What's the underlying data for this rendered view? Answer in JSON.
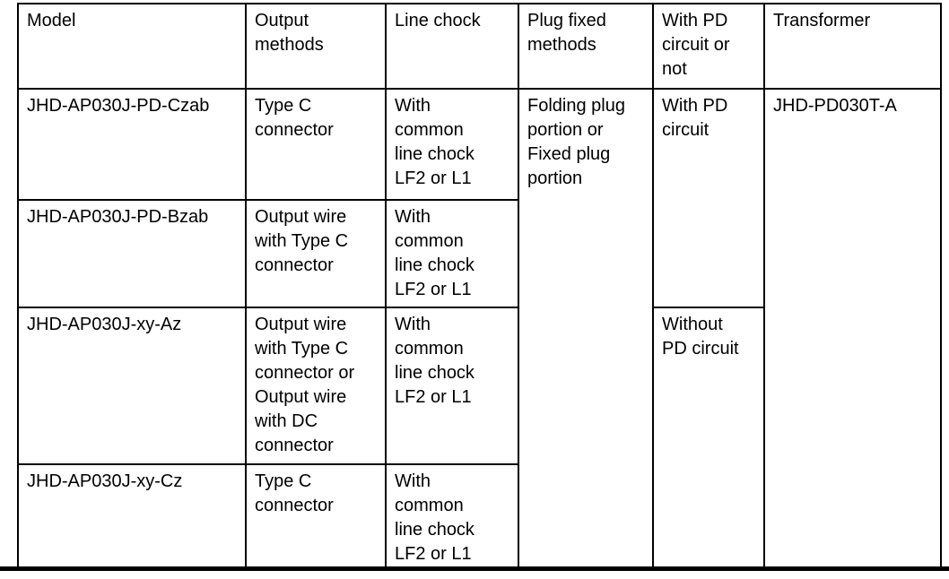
{
  "page": {
    "background_color": "#ffffff",
    "border_color": "#000000",
    "text_color": "#000000"
  },
  "table": {
    "headers": {
      "model": "Model",
      "output_methods": "Output\nmethods",
      "line_chock": "Line chock",
      "plug_fixed_methods": "Plug fixed\nmethods",
      "pd_circuit_or_not": "With PD\ncircuit or\nnot",
      "transformer": "Transformer"
    },
    "rows": [
      {
        "model": "JHD-AP030J-PD-Czab",
        "output_method": "Type C\nconnector",
        "line_chock": "With\ncommon\nline chock\nLF2 or L1"
      },
      {
        "model": "JHD-AP030J-PD-Bzab",
        "output_method": "Output wire\nwith Type C\nconnector",
        "line_chock": "With\ncommon\nline chock\nLF2 or L1"
      },
      {
        "model": "JHD-AP030J-xy-Az",
        "output_method": "Output wire\nwith Type C\nconnector or\nOutput wire\nwith DC\nconnector",
        "line_chock": "With\ncommon\nline chock\nLF2 or L1"
      },
      {
        "model": "JHD-AP030J-xy-Cz",
        "output_method": "Type C\nconnector",
        "line_chock": "With\ncommon\nline chock\nLF2 or L1"
      }
    ],
    "merged_cells": {
      "plug_fixed_method": "Folding plug\nportion or\nFixed plug\nportion",
      "with_pd_circuit": "With PD\ncircuit",
      "without_pd_circuit": "Without\nPD circuit",
      "transformer_model": "JHD-PD030T-A"
    }
  }
}
